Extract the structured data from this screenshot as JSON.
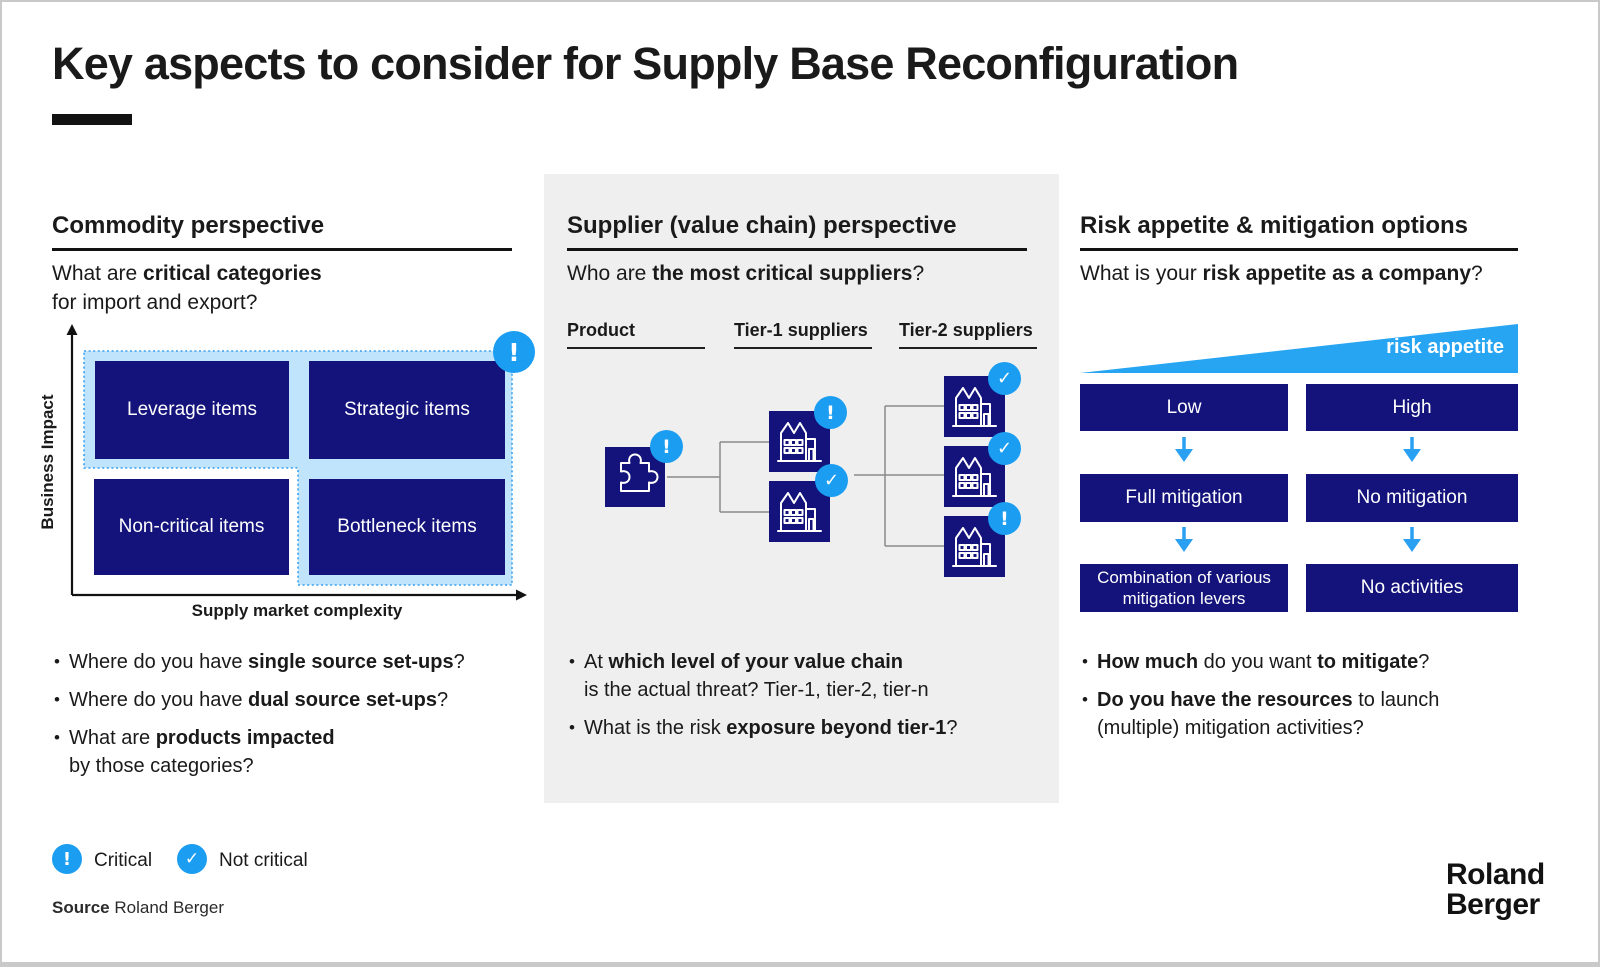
{
  "slide": {
    "title": "Key aspects to consider for Supply Base Reconfiguration",
    "source": {
      "parts": [
        {
          "t": "Source",
          "b": true
        },
        {
          "t": " Roland Berger"
        }
      ]
    },
    "logo": {
      "line1": "Roland",
      "line2": "Berger"
    }
  },
  "glyphs": {
    "critical": "!",
    "check": "✓"
  },
  "legend": {
    "critical": "Critical",
    "not_critical": "Not critical"
  },
  "commodity": {
    "heading": "Commodity perspective",
    "question": {
      "parts": [
        {
          "t": "What are "
        },
        {
          "t": "critical categories",
          "b": true
        },
        {
          "br": true
        },
        {
          "t": "for import and export?"
        }
      ]
    },
    "matrix": {
      "y_axis": "Business Impact",
      "x_axis": "Supply market complexity",
      "quadrants": {
        "top_left": "Leverage items",
        "top_right": "Strategic items",
        "bottom_left": "Non-critical items",
        "bottom_right": "Bottleneck items"
      }
    },
    "bullets": [
      {
        "parts": [
          {
            "t": "Where do you have "
          },
          {
            "t": "single source set-ups",
            "b": true
          },
          {
            "t": "?"
          }
        ]
      },
      {
        "parts": [
          {
            "t": "Where do you have "
          },
          {
            "t": "dual source set-ups",
            "b": true
          },
          {
            "t": "?"
          }
        ]
      },
      {
        "parts": [
          {
            "t": "What are "
          },
          {
            "t": "products impacted",
            "b": true
          },
          {
            "br": true
          },
          {
            "t": "by those categories?"
          }
        ]
      }
    ]
  },
  "supplier": {
    "heading": "Supplier (value chain) perspective",
    "question": {
      "parts": [
        {
          "t": "Who are "
        },
        {
          "t": "the most critical suppliers",
          "b": true
        },
        {
          "t": "?"
        }
      ]
    },
    "labels": {
      "product": "Product",
      "tier1": "Tier-1 suppliers",
      "tier2": "Tier-2 suppliers"
    },
    "bullets": [
      {
        "parts": [
          {
            "t": "At "
          },
          {
            "t": "which level of your value chain",
            "b": true
          },
          {
            "br": true
          },
          {
            "t": "is the actual threat? Tier-1, tier-2, tier-n"
          }
        ]
      },
      {
        "parts": [
          {
            "t": "What is the risk "
          },
          {
            "t": "exposure beyond tier-1",
            "b": true
          },
          {
            "t": "?"
          }
        ]
      }
    ]
  },
  "risk": {
    "heading": "Risk appetite & mitigation options",
    "question": {
      "parts": [
        {
          "t": "What is your "
        },
        {
          "t": "risk appetite as a company",
          "b": true
        },
        {
          "t": "?"
        }
      ]
    },
    "wedge_label": "risk appetite",
    "flow": {
      "left": [
        "Low",
        "Full mitigation",
        "Combination of various mitigation levers"
      ],
      "right": [
        "High",
        "No mitigation",
        "No activities"
      ]
    },
    "bullets": [
      {
        "parts": [
          {
            "t": "How much",
            "b": true
          },
          {
            "t": " do you want "
          },
          {
            "t": "to mitigate",
            "b": true
          },
          {
            "t": "?"
          }
        ]
      },
      {
        "parts": [
          {
            "t": "Do you have the resources",
            "b": true
          },
          {
            "t": " to launch"
          },
          {
            "br": true
          },
          {
            "t": "(multiple) mitigation activities?"
          }
        ]
      }
    ]
  },
  "colors": {
    "navy": "#13137b",
    "azure": "#1b9df1",
    "light_blue": "#bfe4fb",
    "wedge_blue": "#27a5f2",
    "arrow_blue": "#2aa0f2",
    "panel_gray": "#efefef",
    "dotted_border": "#39a1ef"
  }
}
